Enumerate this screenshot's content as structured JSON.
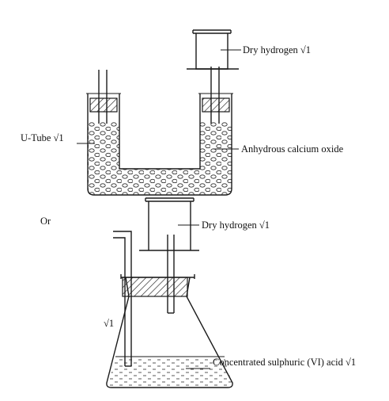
{
  "labels": {
    "dry_hydrogen_top": "Dry hydrogen  √1",
    "u_tube": "U-Tube √1",
    "anhydrous_cao": "Anhydrous calcium oxide",
    "or": "Or",
    "dry_hydrogen_bottom": "Dry hydrogen √1",
    "mark": "√1",
    "conc_acid": "Concentrated sulphuric (VI) acid  √1"
  }
}
